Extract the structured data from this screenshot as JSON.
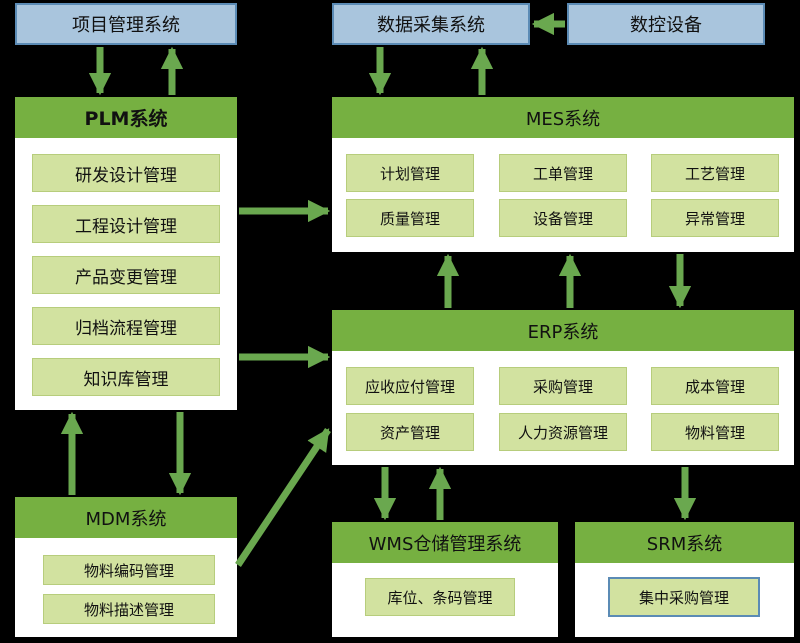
{
  "project_system": "项目管理系统",
  "data_collection": "数据采集系统",
  "cnc_equipment": "数控设备",
  "plm": {
    "title": "PLM系统",
    "items": [
      "研发设计管理",
      "工程设计管理",
      "产品变更管理",
      "归档流程管理",
      "知识库管理"
    ]
  },
  "mes": {
    "title": "MES系统",
    "items": [
      "计划管理",
      "工单管理",
      "工艺管理",
      "质量管理",
      "设备管理",
      "异常管理"
    ]
  },
  "erp": {
    "title": "ERP系统",
    "items": [
      "应收应付管理",
      "采购管理",
      "成本管理",
      "资产管理",
      "人力资源管理",
      "物料管理"
    ]
  },
  "mdm": {
    "title": "MDM系统",
    "items": [
      "物料编码管理",
      "物料描述管理"
    ]
  },
  "wms": {
    "title": "WMS仓储管理系统",
    "items": [
      "库位、条码管理"
    ]
  },
  "srm": {
    "title": "SRM系统",
    "items": [
      "集中采购管理"
    ]
  },
  "colors": {
    "header_green": "#76b041",
    "item_green": "#d2e2a0",
    "box_blue": "#a9c5dd",
    "arrow_green": "#6aa84f"
  }
}
